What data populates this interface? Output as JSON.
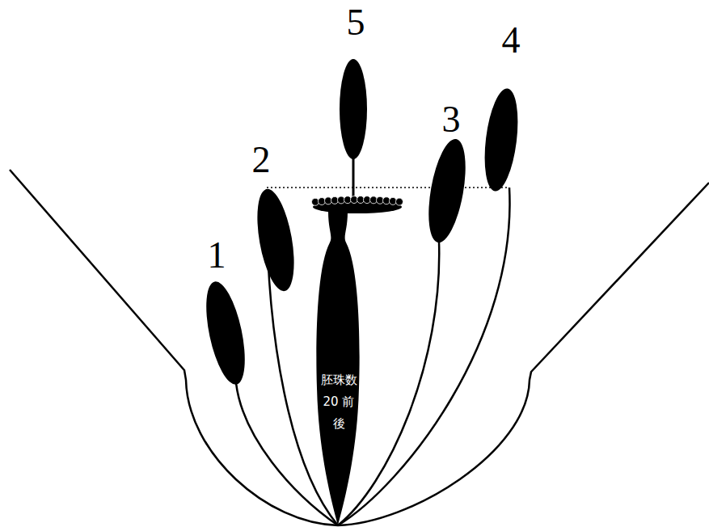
{
  "diagram": {
    "nodes": [
      {
        "text": [
          "胚珠数 20 前後"
        ]
      }
    ],
    "labels": [
      "1",
      "2",
      "3",
      "4",
      "5"
    ]
  }
}
